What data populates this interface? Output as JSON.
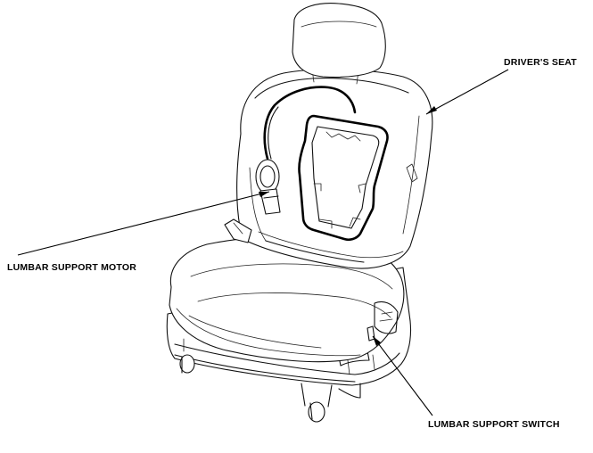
{
  "labels": {
    "drivers_seat": "DRIVER'S SEAT",
    "lumbar_support_motor": "LUMBAR SUPPORT MOTOR",
    "lumbar_support_switch": "LUMBAR SUPPORT SWITCH"
  }
}
